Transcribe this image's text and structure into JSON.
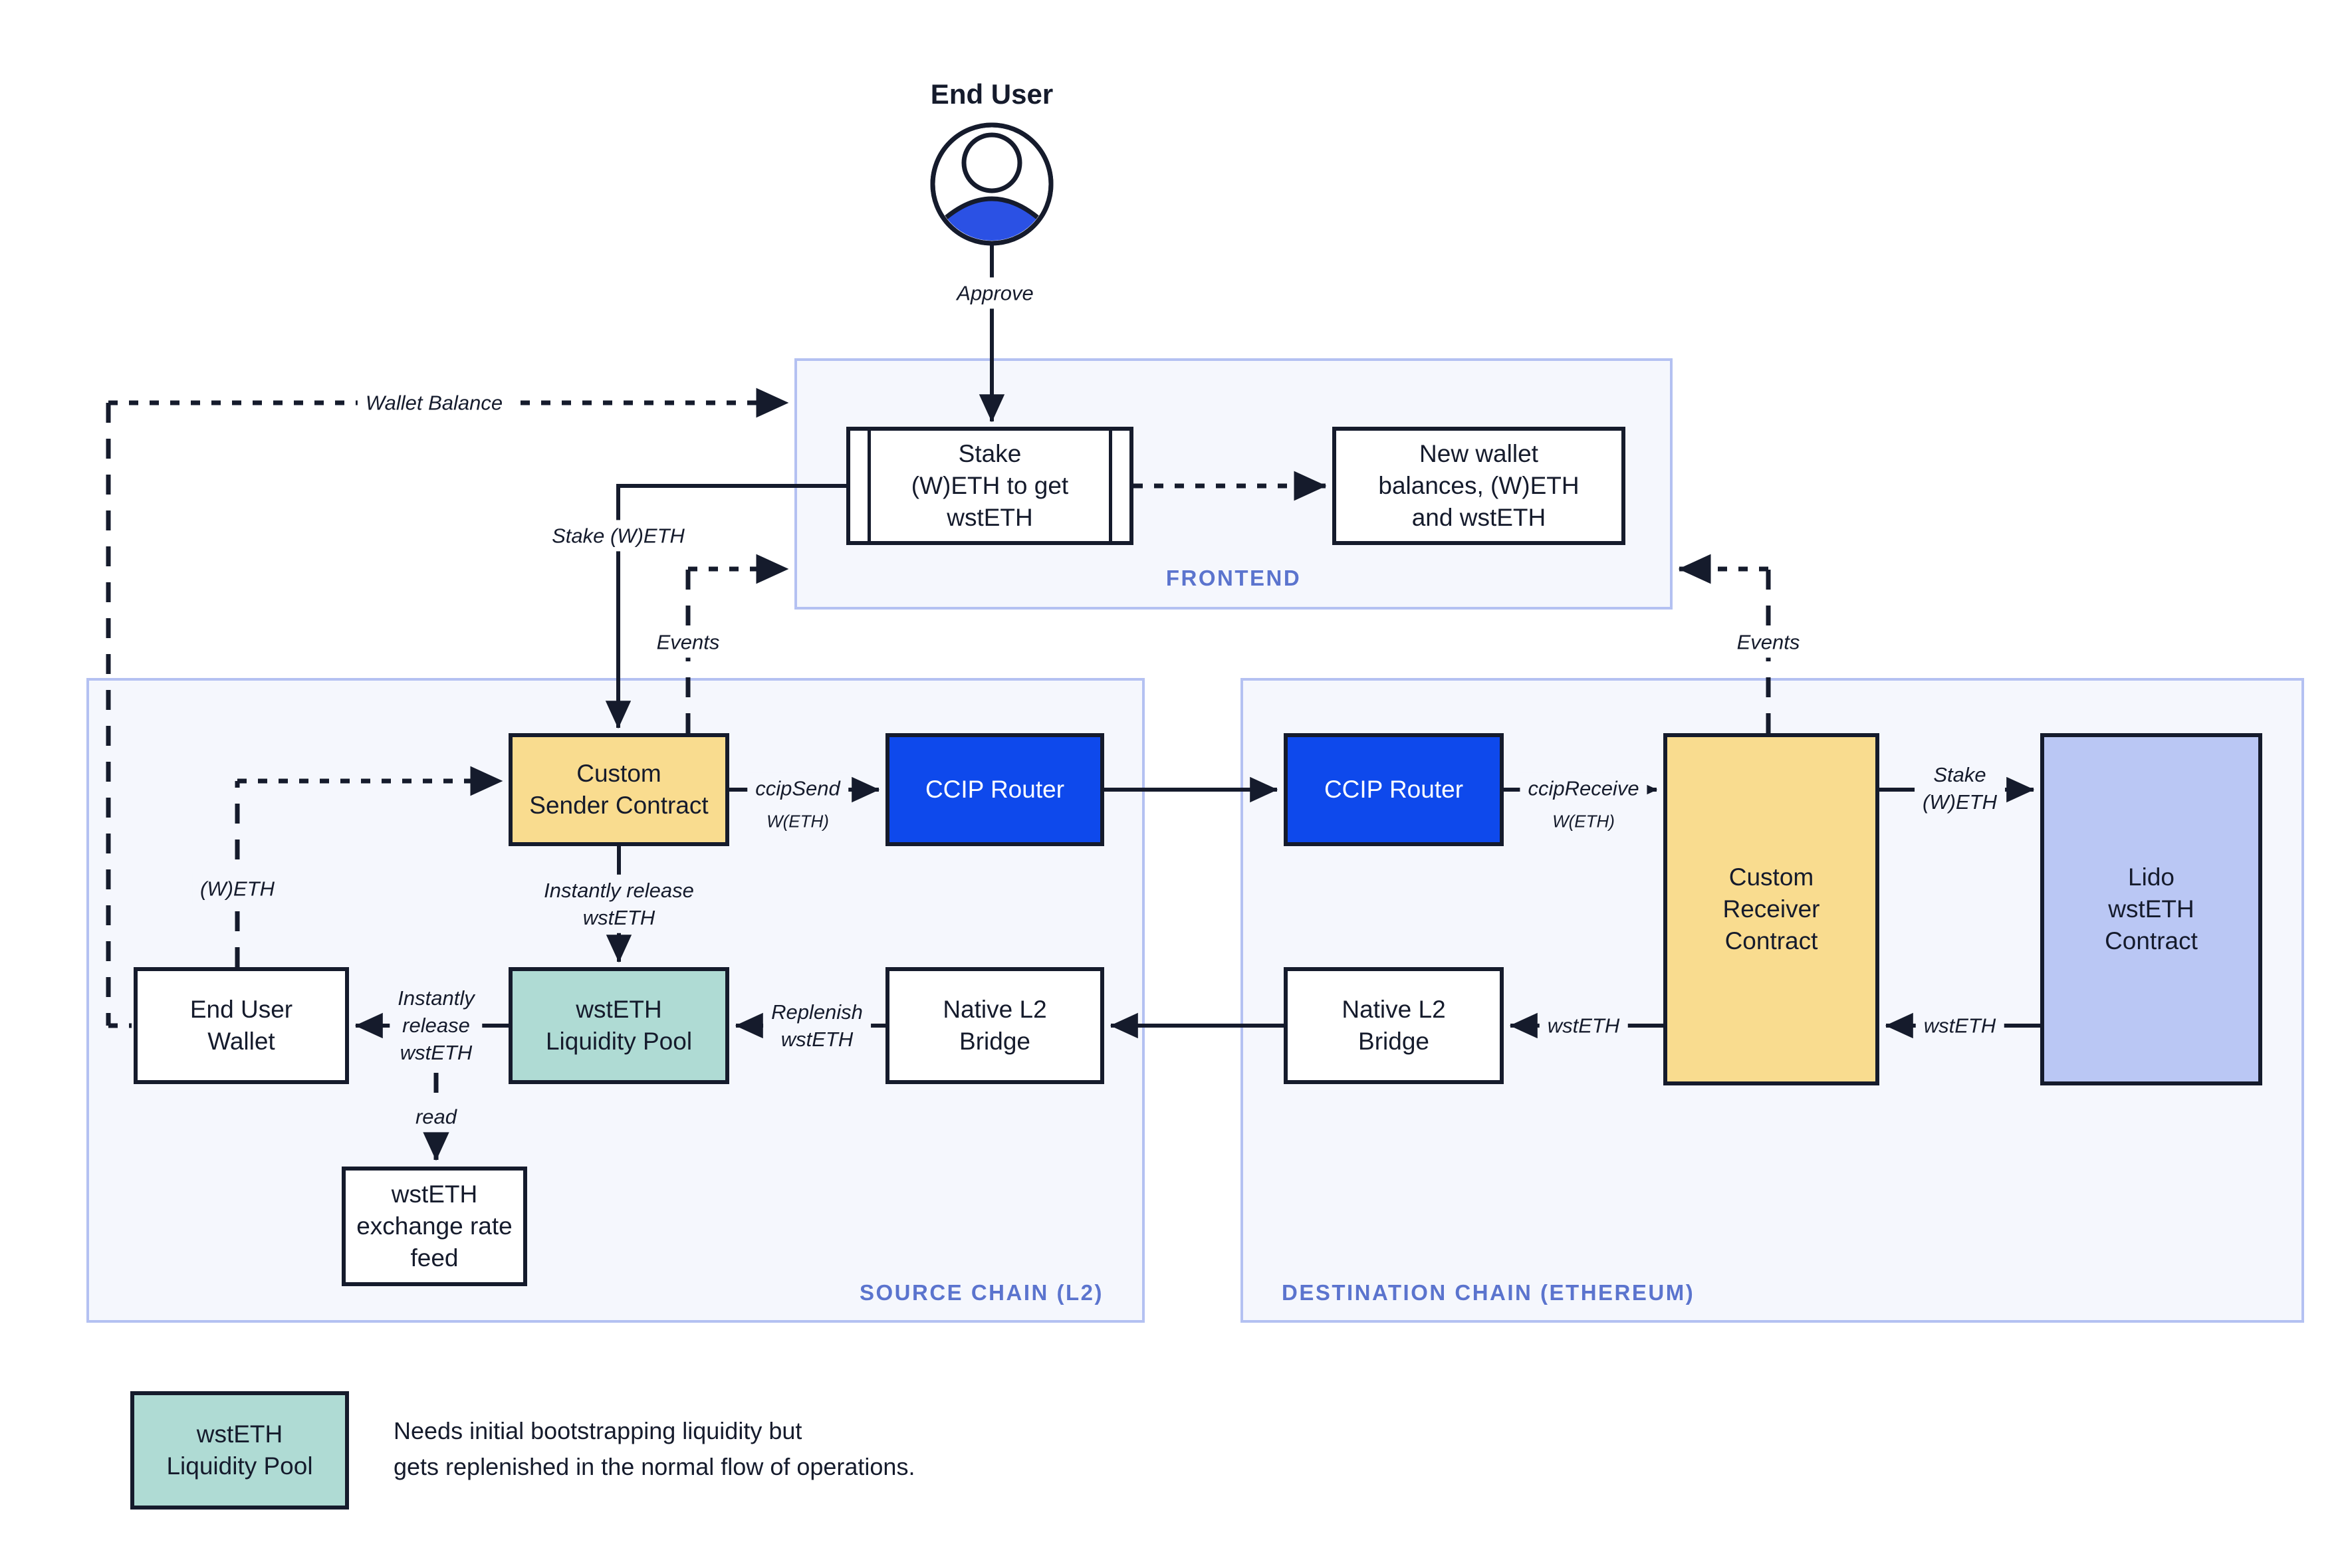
{
  "title": "End User",
  "frontend": {
    "label": "FRONTEND",
    "stake_box": "Stake\n(W)ETH to get\nwstETH",
    "new_wallet_box": "New wallet\nbalances, (W)ETH\nand wstETH"
  },
  "source_chain": {
    "label": "SOURCE CHAIN (L2)",
    "custom_sender": "Custom\nSender Contract",
    "ccip_router": "CCIP Router",
    "end_user_wallet": "End User\nWallet",
    "liquidity_pool": "wstETH\nLiquidity Pool",
    "native_bridge": "Native L2\nBridge",
    "rate_feed": "wstETH\nexchange rate\nfeed"
  },
  "destination_chain": {
    "label": "DESTINATION CHAIN (ETHEREUM)",
    "ccip_router": "CCIP Router",
    "custom_receiver": "Custom\nReceiver\nContract",
    "native_bridge": "Native L2\nBridge",
    "lido_contract": "Lido\nwstETH\nContract"
  },
  "edge_labels": {
    "approve": "Approve",
    "wallet_balance": "Wallet Balance",
    "stake_weth": "Stake (W)ETH",
    "events_left": "Events",
    "events_right": "Events",
    "ccip_send": "ccipSend",
    "ccip_send_sub": "W(ETH)",
    "ccip_receive": "ccipReceive",
    "ccip_receive_sub": "W(ETH)",
    "stake_weth_right": "Stake\n(W)ETH",
    "instantly_release_mid": "Instantly release\nwstETH",
    "weth": "(W)ETH",
    "instantly_release_left": "Instantly\nrelease\nwstETH",
    "replenish": "Replenish\nwstETH",
    "wsteth_mid": "wstETH",
    "wsteth_right": "wstETH",
    "read": "read"
  },
  "legend": {
    "box_label": "wstETH\nLiquidity Pool",
    "note": "Needs initial bootstrapping liquidity but\ngets replenished in the normal flow of operations."
  },
  "icons": {
    "end_user_avatar": "person-avatar-icon"
  },
  "colors": {
    "ink": "#151B2C",
    "panel": "#F5F7FD",
    "cborder": "#B4C1F2",
    "label-blue": "#5B74CE",
    "yellow": "#F9DC8F",
    "blue": "#0E49EC",
    "teal": "#AFDBD4",
    "periwinkle": "#BAC7F4",
    "avatar-blue": "#2B51E4"
  }
}
